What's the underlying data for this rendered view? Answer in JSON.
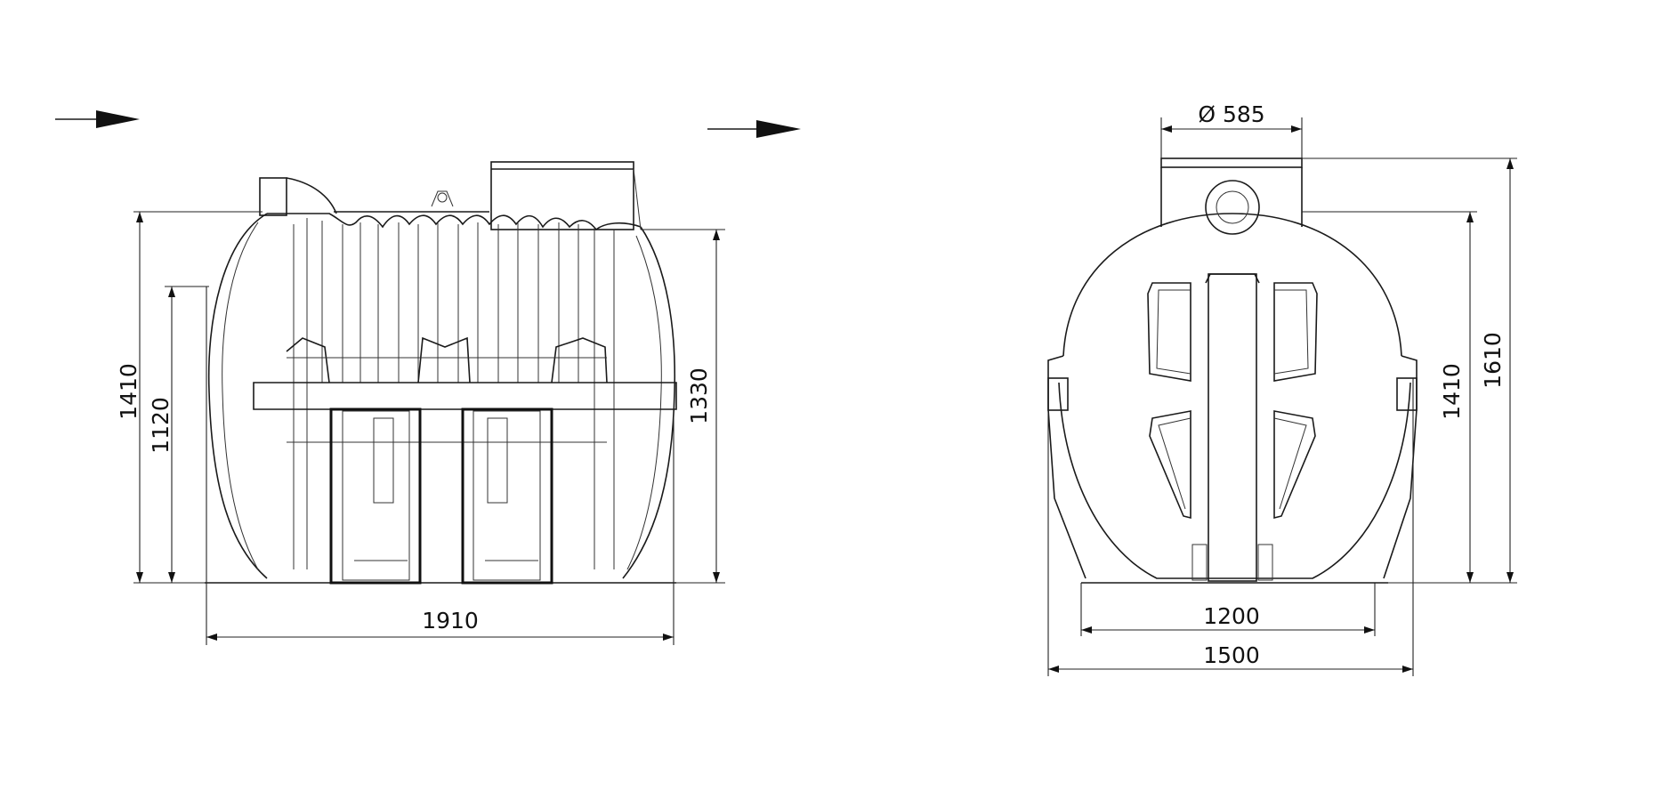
{
  "dimensions": {
    "side_length": "1910",
    "side_height_total": "1410",
    "side_height_inlet": "1120",
    "side_height_outlet": "1330",
    "front_diameter": "Ø 585",
    "front_base_width": "1200",
    "front_total_width": "1500",
    "front_height_body": "1410",
    "front_height_total": "1610"
  }
}
